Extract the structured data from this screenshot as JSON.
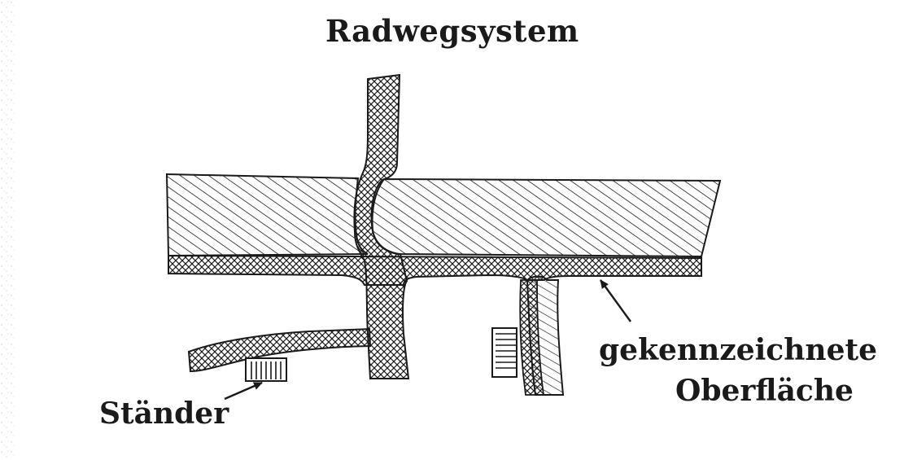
{
  "diagram": {
    "title": "Radwegsystem",
    "labels": {
      "marked_surface_line1": "gekennzeichnete",
      "marked_surface_line2": "Oberfläche",
      "stand": "Ständer"
    },
    "colors": {
      "ink": "#1a1a1a",
      "paper": "#ffffff",
      "edge_speckle": "#c8c8c8"
    },
    "icons": {
      "pointer": "arrow-icon",
      "bike_rack": "bike-stand-icon"
    }
  }
}
